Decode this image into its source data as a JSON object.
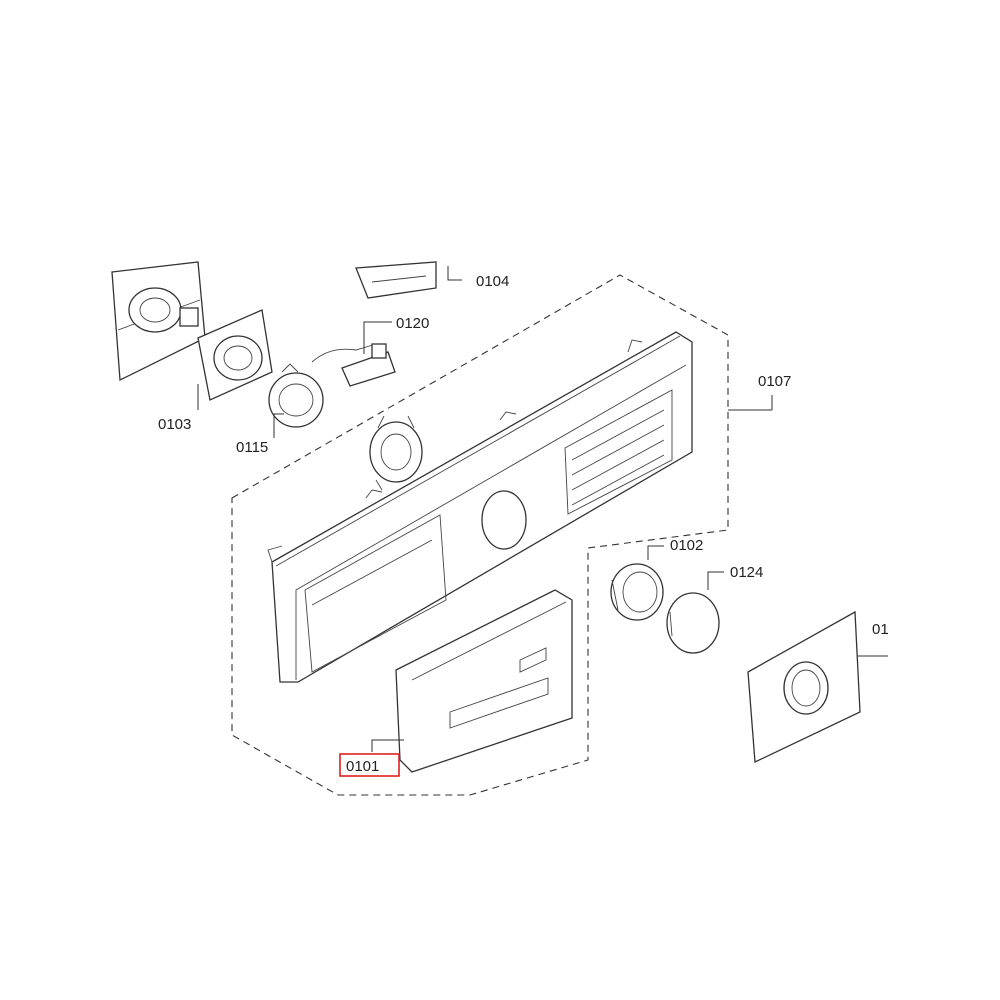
{
  "diagram": {
    "colors": {
      "line": "#333333",
      "highlight": "#e02020",
      "background": "#ffffff"
    },
    "callouts": [
      {
        "id": "p0104",
        "label": "0104"
      },
      {
        "id": "p0120",
        "label": "0120"
      },
      {
        "id": "p0107",
        "label": "0107"
      },
      {
        "id": "p0103",
        "label": "0103"
      },
      {
        "id": "p0115",
        "label": "0115"
      },
      {
        "id": "p0102",
        "label": "0102"
      },
      {
        "id": "p0124",
        "label": "0124"
      },
      {
        "id": "p01",
        "label": "01"
      },
      {
        "id": "p0101",
        "label": "0101",
        "highlighted": true
      }
    ]
  }
}
